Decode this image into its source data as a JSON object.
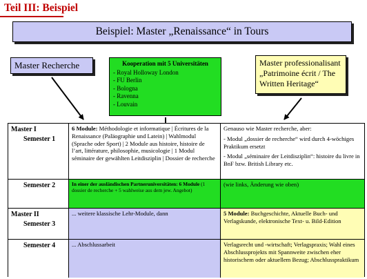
{
  "header": {
    "title": "Teil III: Beispiel",
    "banner": "Beispiel: Master „Renaissance“ in Tours"
  },
  "labels": {
    "recherche": "Master Recherche",
    "kooperation_title": "Kooperation mit 5 Universitäten",
    "universities": [
      "- Royal Holloway London",
      "- FU Berlin",
      "- Bologna",
      "- Ravenna",
      "- Louvain"
    ],
    "professionalisant": "Master professionalisant „Patrimoine écrit / The Written Heritage“"
  },
  "table": {
    "rows": [
      {
        "semester_main": "Master I",
        "semester_sub": "Semester 1",
        "recherche_bold": "6 Module:",
        "recherche_text": " Méthodologie et informatique | Écritures de la Renaissance (Paläographie und Latein) | Wahlmodul (Sprache oder Sport) | 2 Module aus histoire, histoire de l’art, littérature, philosophie, musicologie | 1 Modul séminaire der gewählten Leitdisziplin | Dossier de recherche",
        "prof_p1": "Genauso wie Master recherche, aber:",
        "prof_p2": "- Modul „dossier de recherche“ wird durch 4-wöchiges Praktikum ersetzt",
        "prof_p3": "- Modul „séminaire der Leitdisziplin“: histoire du livre in BnF bzw. British Library etc."
      },
      {
        "semester_main": "",
        "semester_sub": "Semester 2",
        "recherche_bold": "In einer der ausländischen Partneruniversitäten: 6 Module",
        "recherche_text": " (1 dossier de recherche + 5 wahlweise aus dem jew. Angebot)",
        "prof_text": "(wie links, Änderung wie oben)"
      },
      {
        "semester_main": "Master II",
        "semester_sub": "Semester 3",
        "recherche_text": "... weitere klassische Lehr-Module, dann",
        "prof_bold": "5 Module:",
        "prof_text": " Buchgeschichte, Aktuelle Buch- und Verlagskunde, elektronische Text- u. Bild-Edition"
      },
      {
        "semester_main": "",
        "semester_sub": "Semester 4",
        "recherche_text": "... Abschlussarbeit",
        "prof_text": "Verlagsrecht und -wirtschaft; Verlagspraxis; Wahl eines Abschlussprojekts mit Spannweite zwischen eher historischem oder aktuellem Bezug; Abschlusspraktikum"
      }
    ]
  },
  "colors": {
    "title_red": "#c00000",
    "lavender": "#c9c9f5",
    "green": "#22dd22",
    "yellow": "#fffdb5"
  }
}
